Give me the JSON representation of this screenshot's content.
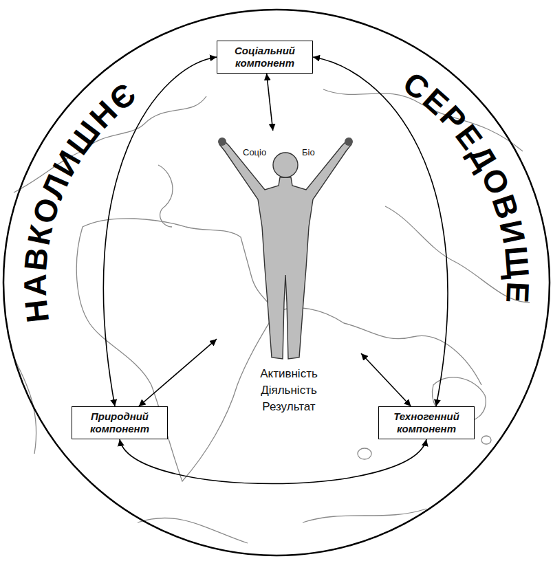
{
  "diagram": {
    "nodes": [
      {
        "text": [
          "НАВКОЛИШНЄ",
          "СЕРЕДОВИЩЕ"
        ]
      },
      {
        "text": [
          "Соціальний компонент"
        ],
        "in": 0
      },
      {
        "text": [
          "Соціо",
          "Біо",
          "Активність Діяльність Результат"
        ],
        "in": 0
      },
      {
        "text": [
          "Природний компонент"
        ],
        "in": 0
      },
      {
        "text": [
          "Техногенний компонент"
        ],
        "in": 0
      }
    ],
    "edges": [
      {
        "from": 1,
        "to": 2,
        "arrow": "both"
      },
      {
        "from": 2,
        "to": 3,
        "arrow": "both"
      },
      {
        "from": 2,
        "to": 4,
        "arrow": "both"
      },
      {
        "from": 1,
        "to": 3,
        "arrow": "both"
      },
      {
        "from": 1,
        "to": 4,
        "arrow": "both"
      },
      {
        "from": 3,
        "to": 4,
        "arrow": "both"
      }
    ]
  }
}
